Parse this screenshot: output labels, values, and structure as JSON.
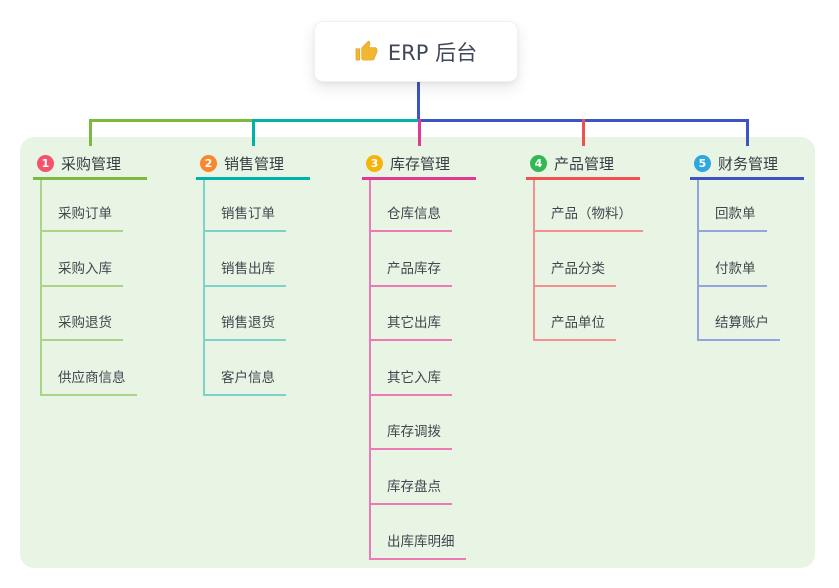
{
  "root": {
    "title": "ERP 后台",
    "icon": "thumbs-up"
  },
  "canvas": {
    "background": "#ffffff",
    "panel_color": "#e9f5e4",
    "stem_color": "#3c55c2",
    "icon_color": "#f2b731"
  },
  "branches": [
    {
      "number": "1",
      "label": "采购管理",
      "badge_color": "#f4536c",
      "color": "#7cb93f",
      "child_color": "#abd489",
      "items": [
        "采购订单",
        "采购入库",
        "采购退货",
        "供应商信息"
      ]
    },
    {
      "number": "2",
      "label": "销售管理",
      "badge_color": "#f9872e",
      "color": "#00b2aa",
      "child_color": "#7fd2cb",
      "items": [
        "销售订单",
        "销售出库",
        "销售退货",
        "客户信息"
      ]
    },
    {
      "number": "3",
      "label": "库存管理",
      "badge_color": "#f5b40d",
      "color": "#e13a92",
      "child_color": "#ee79b4",
      "items": [
        "仓库信息",
        "产品库存",
        "其它出库",
        "其它入库",
        "库存调拨",
        "库存盘点",
        "出库库明细"
      ]
    },
    {
      "number": "4",
      "label": "产品管理",
      "badge_color": "#34b853",
      "color": "#ef5150",
      "child_color": "#f49190",
      "items": [
        "产品（物料）",
        "产品分类",
        "产品单位"
      ]
    },
    {
      "number": "5",
      "label": "财务管理",
      "badge_color": "#2da7e0",
      "color": "#3c55c2",
      "child_color": "#93a5dc",
      "items": [
        "回款单",
        "付款单",
        "结算账户"
      ]
    }
  ]
}
